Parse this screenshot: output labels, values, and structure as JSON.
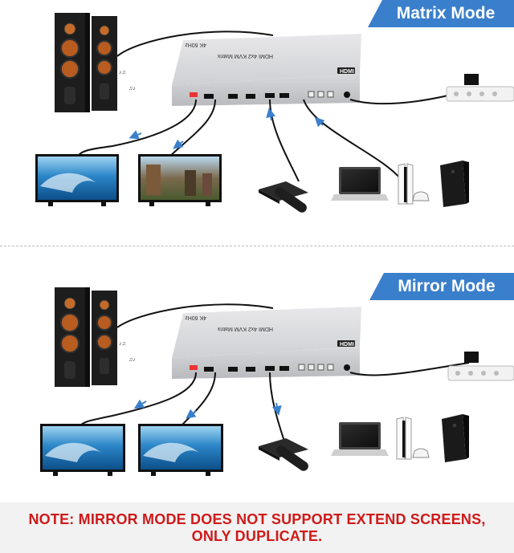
{
  "sections": [
    {
      "id": "matrix",
      "banner": "Matrix Mode",
      "device": {
        "model": "HDMI 4x2 KVM Matrix",
        "resolution": "4K 60Hz",
        "logo": "HDMI"
      }
    },
    {
      "id": "mirror",
      "banner": "Mirror Mode",
      "device": {
        "model": "HDMI 4x2 KVM Matrix",
        "resolution": "4K 60Hz",
        "logo": "HDMI"
      }
    }
  ],
  "note": {
    "line1": "NOTE: MIRROR MODE DOES NOT SUPPORT EXTEND SCREENS,",
    "line2": "ONLY DUPLICATE."
  },
  "colors": {
    "banner": "#3a7fcb",
    "note_text": "#d01919",
    "note_background": "#f2f2f2",
    "cable_arrow": "#3a7fcb"
  },
  "icons": [
    "speaker-icon",
    "kvm-matrix-device",
    "tv-icon",
    "set-top-box-icon",
    "remote-icon",
    "laptop-icon",
    "game-console-icon",
    "pc-tower-icon",
    "power-strip-icon"
  ]
}
